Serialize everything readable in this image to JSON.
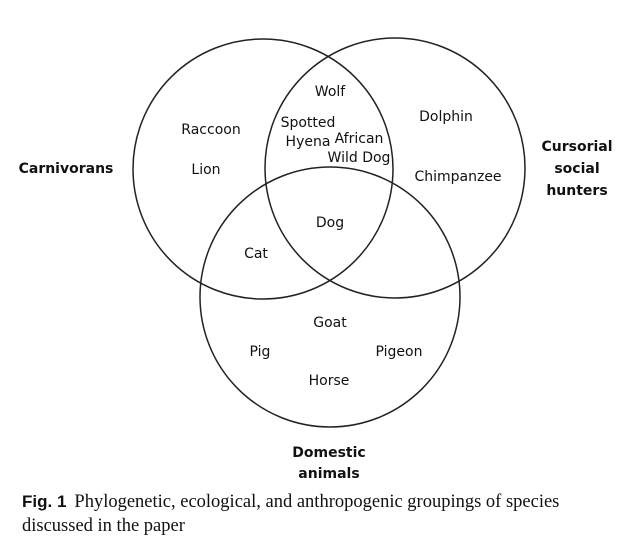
{
  "sets": [
    {
      "name": "Carnivorans",
      "lines": [
        "Carnivorans"
      ]
    },
    {
      "name": "Cursorial social hunters",
      "lines": [
        "Cursorial",
        "social",
        "hunters"
      ]
    },
    {
      "name": "Domestic animals",
      "lines": [
        "Domestic",
        "animals"
      ]
    }
  ],
  "regions": {
    "carnivorans_only": [
      "Raccoon",
      "Lion"
    ],
    "hunters_only": [
      "Dolphin",
      "Chimpanzee"
    ],
    "carnivorans_and_hunters": [
      "Wolf",
      "Spotted Hyena",
      "African Wild Dog"
    ],
    "carnivorans_and_domestic": [
      "Cat"
    ],
    "all_three": [
      "Dog"
    ],
    "domestic_only": [
      "Goat",
      "Pig",
      "Pigeon",
      "Horse"
    ]
  },
  "labels": {
    "raccoon": "Raccoon",
    "lion": "Lion",
    "dolphin": "Dolphin",
    "chimpanzee": "Chimpanzee",
    "wolf": "Wolf",
    "spotted": "Spotted",
    "hyena": "Hyena",
    "african": "African",
    "wild_dog": "Wild Dog",
    "cat": "Cat",
    "dog": "Dog",
    "goat": "Goat",
    "pig": "Pig",
    "pigeon": "Pigeon",
    "horse": "Horse"
  },
  "caption": {
    "label": "Fig. 1",
    "text": "Phylogenetic, ecological, and anthropogenic groupings of species discussed in the paper"
  }
}
